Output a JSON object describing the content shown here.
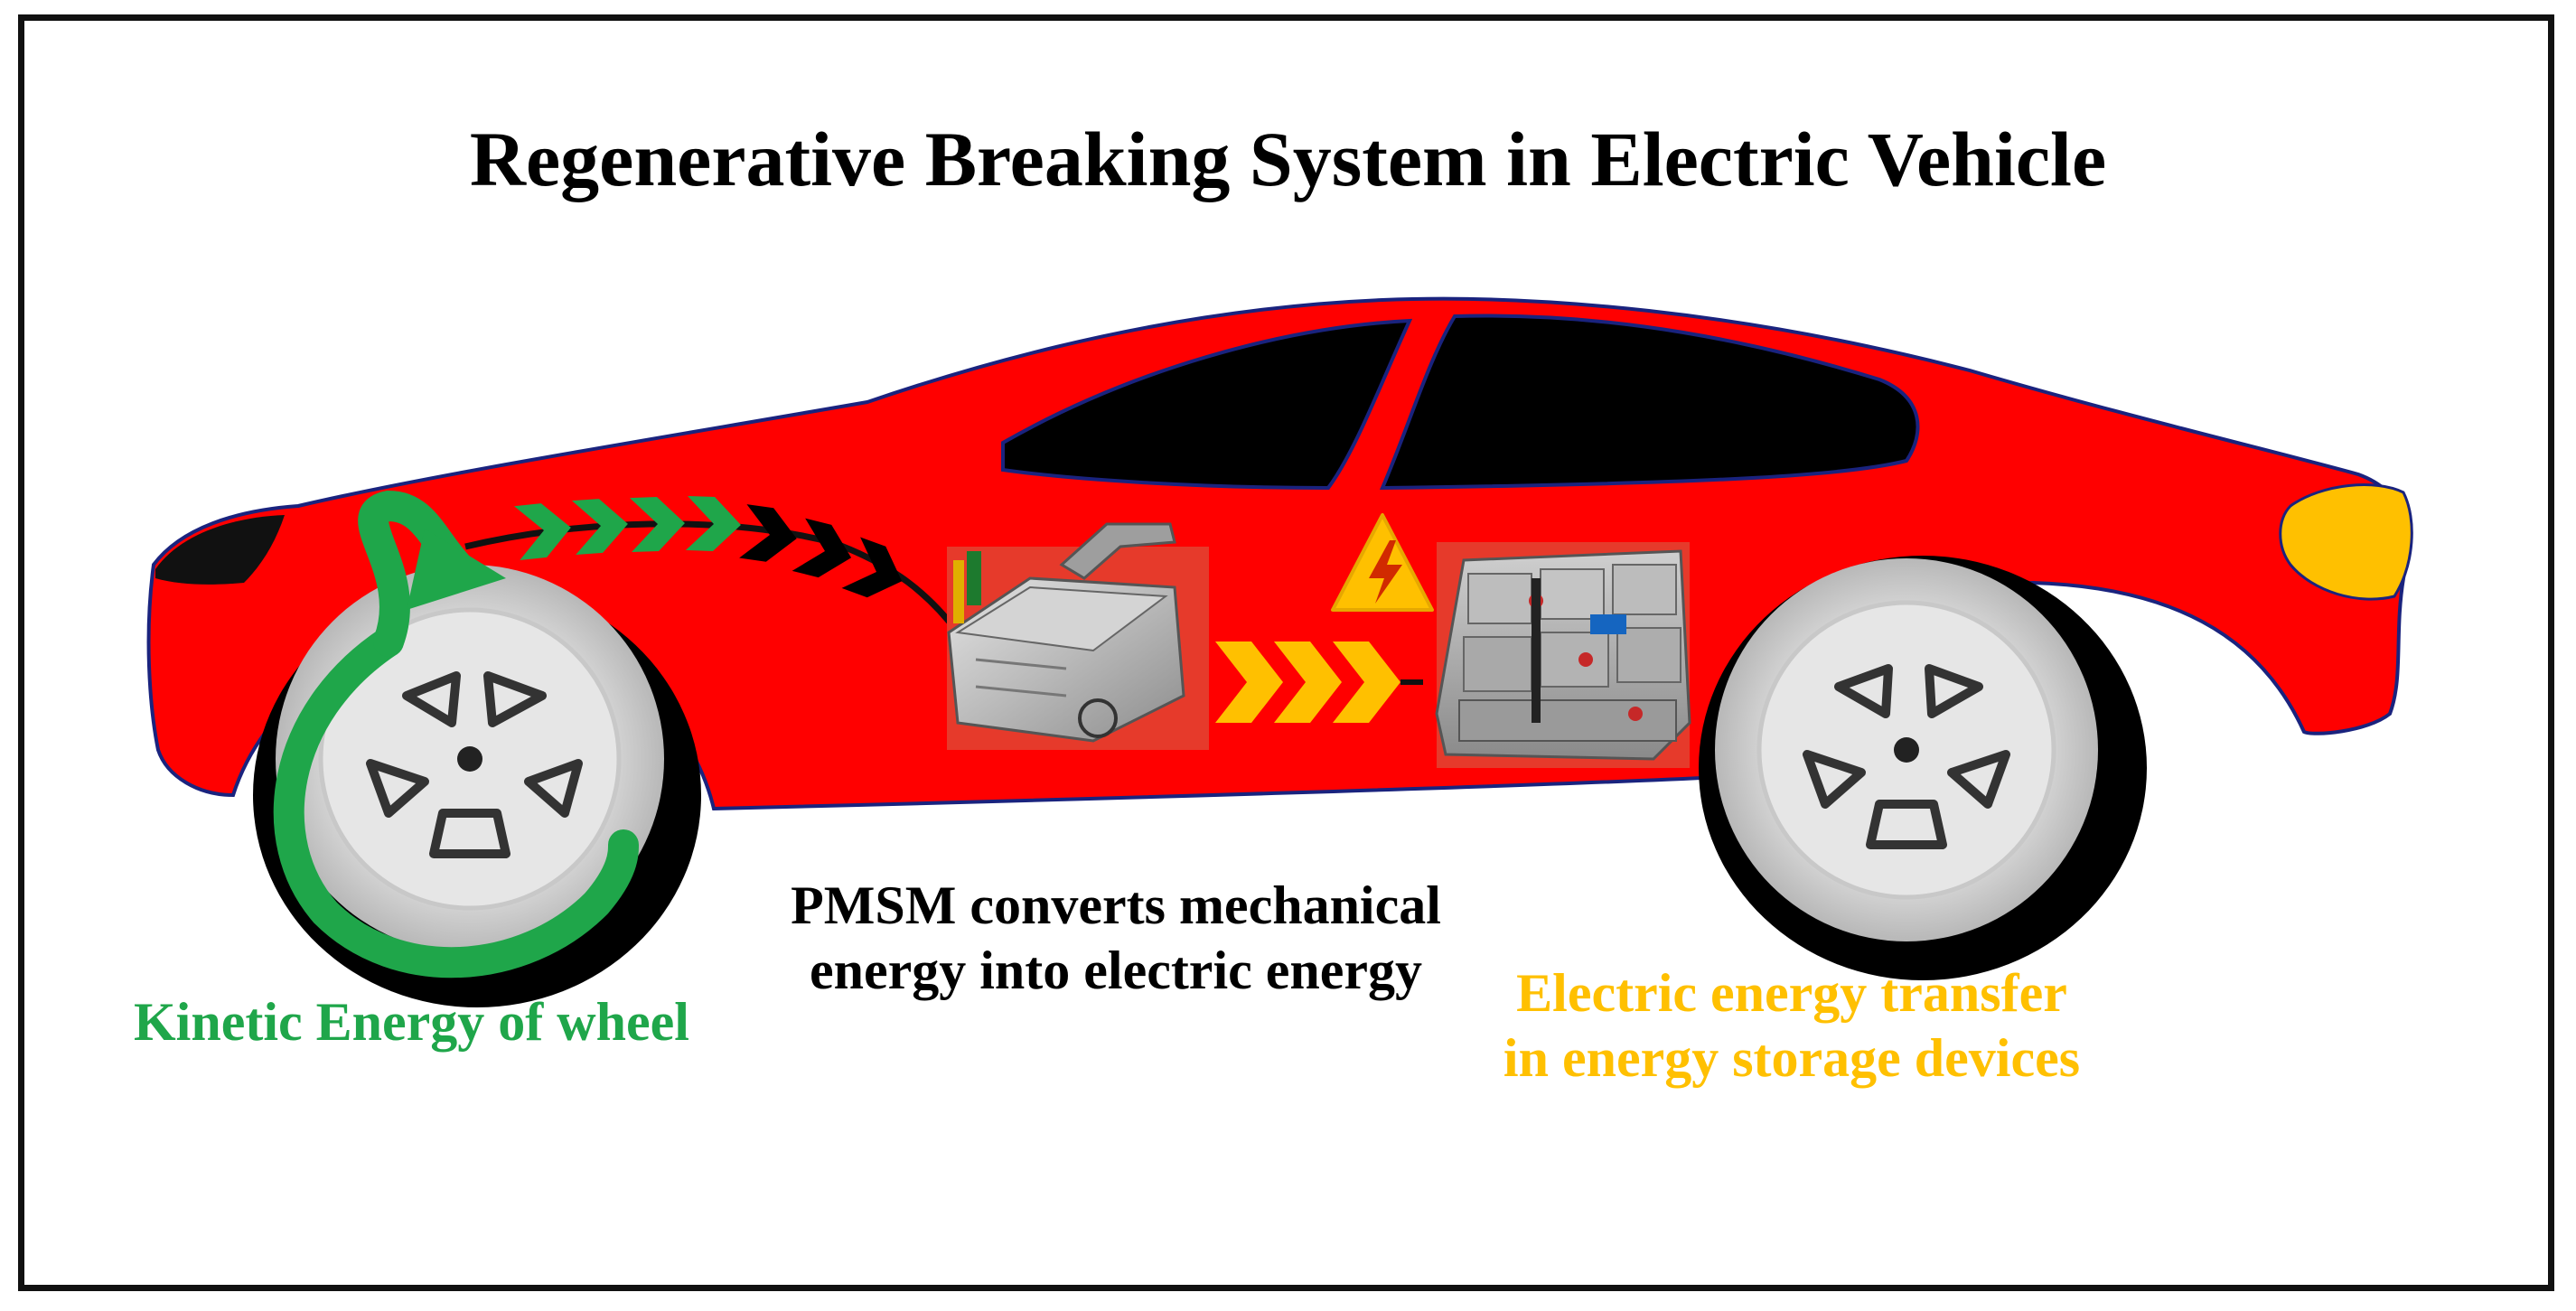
{
  "title": "Regenerative Breaking System in Electric Vehicle",
  "labels": {
    "kinetic": "Kinetic Energy of wheel",
    "pmsm_line1": "PMSM converts mechanical",
    "pmsm_line2": "energy into electric energy",
    "storage_line1": "Electric energy transfer",
    "storage_line2": "in energy storage devices"
  },
  "colors": {
    "car_body": "#ff0000",
    "outline": "#1a237e",
    "window": "#000000",
    "headlight": "#ffc000",
    "kinetic": "#1fa64a",
    "electric": "#ffc000",
    "mechanical_arrows": "#000000",
    "warning": "#ffc000"
  },
  "icons": {
    "rotation": "circular-arrow-icon",
    "warning": "high-voltage-warning-icon",
    "motor": "pmsm-motor-image",
    "battery": "battery-pack-image"
  }
}
